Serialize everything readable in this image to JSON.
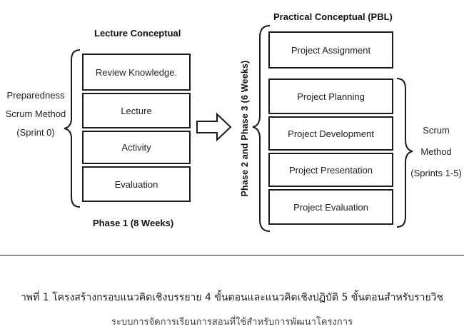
{
  "left": {
    "title": "Lecture Conceptual",
    "boxes": [
      "Review Knowledge.",
      "Lecture",
      "Activity",
      "Evaluation"
    ],
    "side_text": [
      "Preparedness",
      "Scrum Method",
      "(Sprint 0)"
    ],
    "phase": "Phase 1 (8 Weeks)"
  },
  "right": {
    "title": "Practical Conceptual (PBL)",
    "phase_vertical": "Phase 2 and Phase 3  (6 Weeks)",
    "boxes": [
      "Project Assignment",
      "Project Planning",
      "Project Development",
      "Project Presentation",
      "Project Evaluation"
    ],
    "side_text": [
      "Scrum",
      "Method",
      "(Sprints 1-5)"
    ]
  },
  "caption": {
    "line1": "าพที่ 1 โครงสร้างกรอบแนวคิดเชิงบรรยาย 4 ขั้นตอนและแนวคิดเชิงปฏิบัติ 5 ขั้นตอนสำหรับรายวิช",
    "line2": "ระบบการจัดการเรียนการสอนที่ใช้สำหรับการพัฒนาโครงการ"
  },
  "colors": {
    "stroke": "#1a1a1a",
    "text": "#222222",
    "background": "#ffffff"
  },
  "icons": [
    "curly-brace-left",
    "curly-brace-right",
    "hollow-arrow-right"
  ]
}
